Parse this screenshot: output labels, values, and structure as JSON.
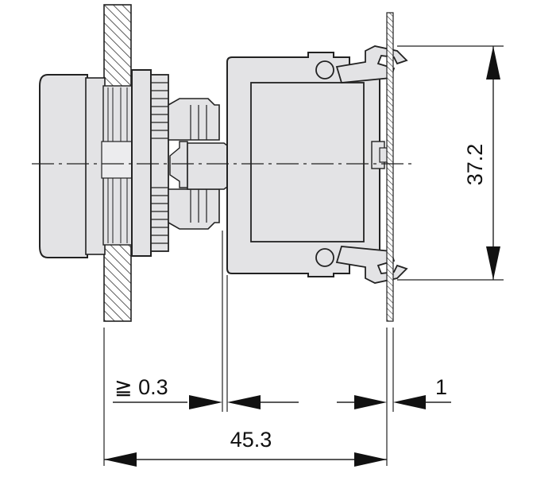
{
  "dimensions": {
    "height_label": "37.2",
    "gap_label": "≧ 0.3",
    "panel_label": "1",
    "depth_label": "45.3"
  },
  "colors": {
    "body_fill": "#e3e3e5",
    "outline": "#222222",
    "panel_hatch": "#333333",
    "background": "#ffffff"
  }
}
